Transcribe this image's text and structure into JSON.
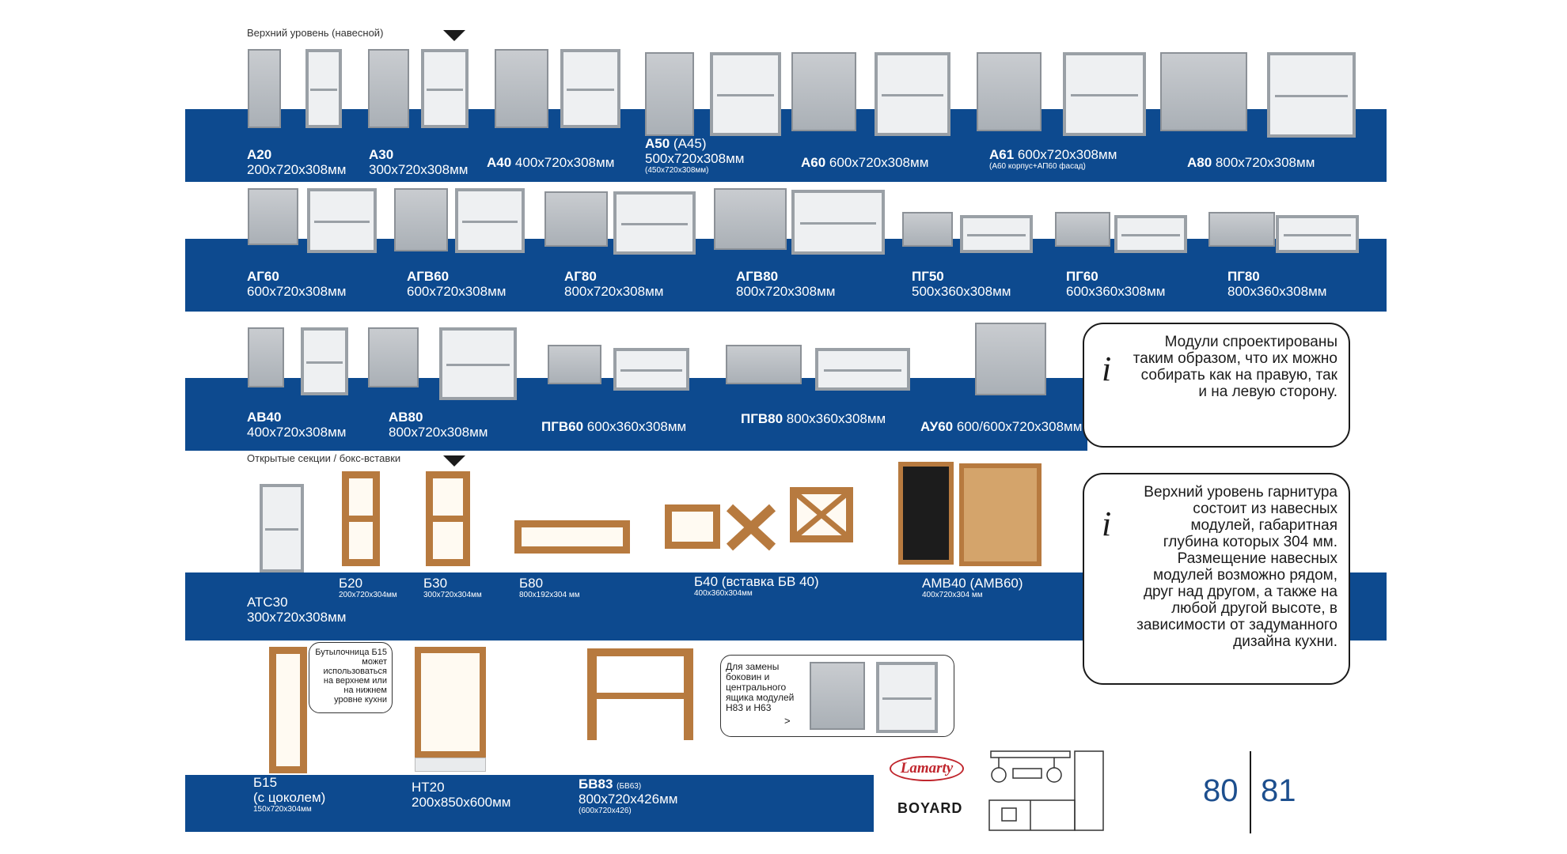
{
  "section_top_title": "Верхний уровень (навесной)",
  "section_open_title": "Открытые секции / бокс-вставки",
  "row1": [
    {
      "code": "А20",
      "dims": "200х720х308мм"
    },
    {
      "code": "А30",
      "dims": "300х720х308мм"
    },
    {
      "code": "А40",
      "dims": "400х720х308мм"
    },
    {
      "code": "А50",
      "alt": "(А45)",
      "dims": "500х720х308мм",
      "sub": "(450х720х308мм)"
    },
    {
      "code": "А60",
      "dims": "600х720х308мм"
    },
    {
      "code": "А61",
      "dims": "600х720х308мм",
      "sub": "(А60 корпус+АП60 фасад)"
    },
    {
      "code": "А80",
      "dims": "800х720х308мм"
    }
  ],
  "row2": [
    {
      "code": "АГ60",
      "dims": "600х720х308мм"
    },
    {
      "code": "АГВ60",
      "dims": "600х720х308мм"
    },
    {
      "code": "АГ80",
      "dims": "800х720х308мм"
    },
    {
      "code": "АГВ80",
      "dims": "800х720х308мм"
    },
    {
      "code": "ПГ50",
      "dims": "500х360х308мм"
    },
    {
      "code": "ПГ60",
      "dims": "600х360х308мм"
    },
    {
      "code": "ПГ80",
      "dims": "800х360х308мм"
    }
  ],
  "row3": [
    {
      "code": "АВ40",
      "dims": "400х720х308мм"
    },
    {
      "code": "АВ80",
      "dims": "800х720х308мм"
    },
    {
      "code": "ПГВ60",
      "dims": "600х360х308мм"
    },
    {
      "code": "ПГВ80",
      "dims": "800х360х308мм"
    },
    {
      "code": "АУ60",
      "dims": "600/600х720х308мм"
    }
  ],
  "row4": [
    {
      "code": "АТС30",
      "dims": "300х720х308мм"
    },
    {
      "code": "Б20",
      "dims": "200х720х304мм"
    },
    {
      "code": "Б30",
      "dims": "300х720х304мм"
    },
    {
      "code": "Б80",
      "dims": "800х192х304 мм"
    },
    {
      "code": "Б40 (вставка БВ 40)",
      "dims": "400х360х304мм"
    },
    {
      "code": "АМВ40 (АМВ60)",
      "dims": "400х720х304 мм"
    }
  ],
  "row5": [
    {
      "code": "Б15",
      "line2": "(с цоколем)",
      "dims": "150х720х304мм"
    },
    {
      "code": "НТ20",
      "dims": "200х850х600мм"
    },
    {
      "code": "БВ83",
      "alt": "(БВ63)",
      "dims": "800х720х426мм",
      "sub": "(600х720х426)"
    }
  ],
  "info1": "Модули спроектированы таким образом, что их можно собирать как на правую, так и на левую сторону.",
  "info2": "Верхний уровень гарнитура состоит из навесных модулей, габаритная глубина которых 304 мм. Размещение навесных модулей возможно рядом, друг над другом, а также на любой другой высоте, в зависимости от задуманного дизайна кухни.",
  "info_icon": "i",
  "note_bottle": "Бутылочница Б15 может использоваться на верхнем или на нижнем уровне кухни",
  "note_replace": "Для замены боковин и центрального ящика модулей Н83 и Н63",
  "note_arrow": ">",
  "brand1": "Lamarty",
  "brand2": "BOYARD",
  "page_left": "80",
  "page_right": "81",
  "colors": {
    "band": "#0d4a8f",
    "wood": "#b77a3f",
    "cabinet": "#b3b8bd",
    "page_number": "#1d4f8e"
  }
}
